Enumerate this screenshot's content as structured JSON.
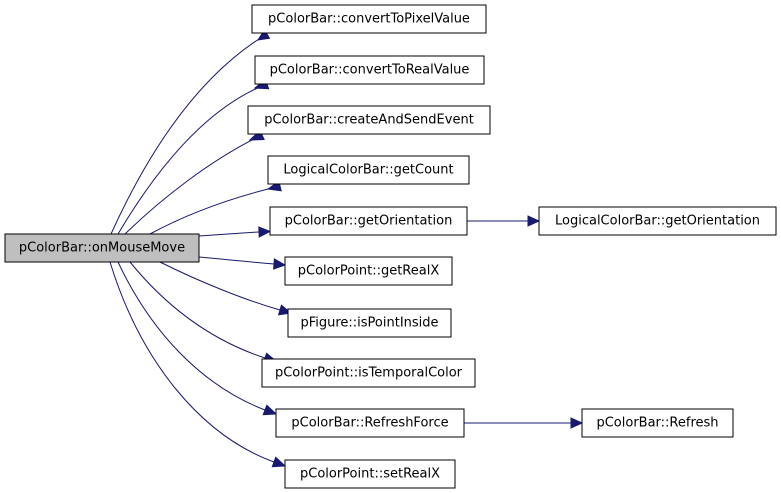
{
  "graph": {
    "root": "pColorBar::onMouseMove",
    "callees": [
      "pColorBar::convertToPixelValue",
      "pColorBar::convertToRealValue",
      "pColorBar::createAndSendEvent",
      "LogicalColorBar::getCount",
      "pColorBar::getOrientation",
      "pColorPoint::getRealX",
      "pFigure::isPointInside",
      "pColorPoint::isTemporalColor",
      "pColorBar::RefreshForce",
      "pColorPoint::setRealX"
    ],
    "second_level": {
      "getOrientation_callee": "LogicalColorBar::getOrientation",
      "refreshforce_callee": "pColorBar::Refresh"
    },
    "edge_color": "#191970",
    "root_fill": "#bfbfbf"
  }
}
